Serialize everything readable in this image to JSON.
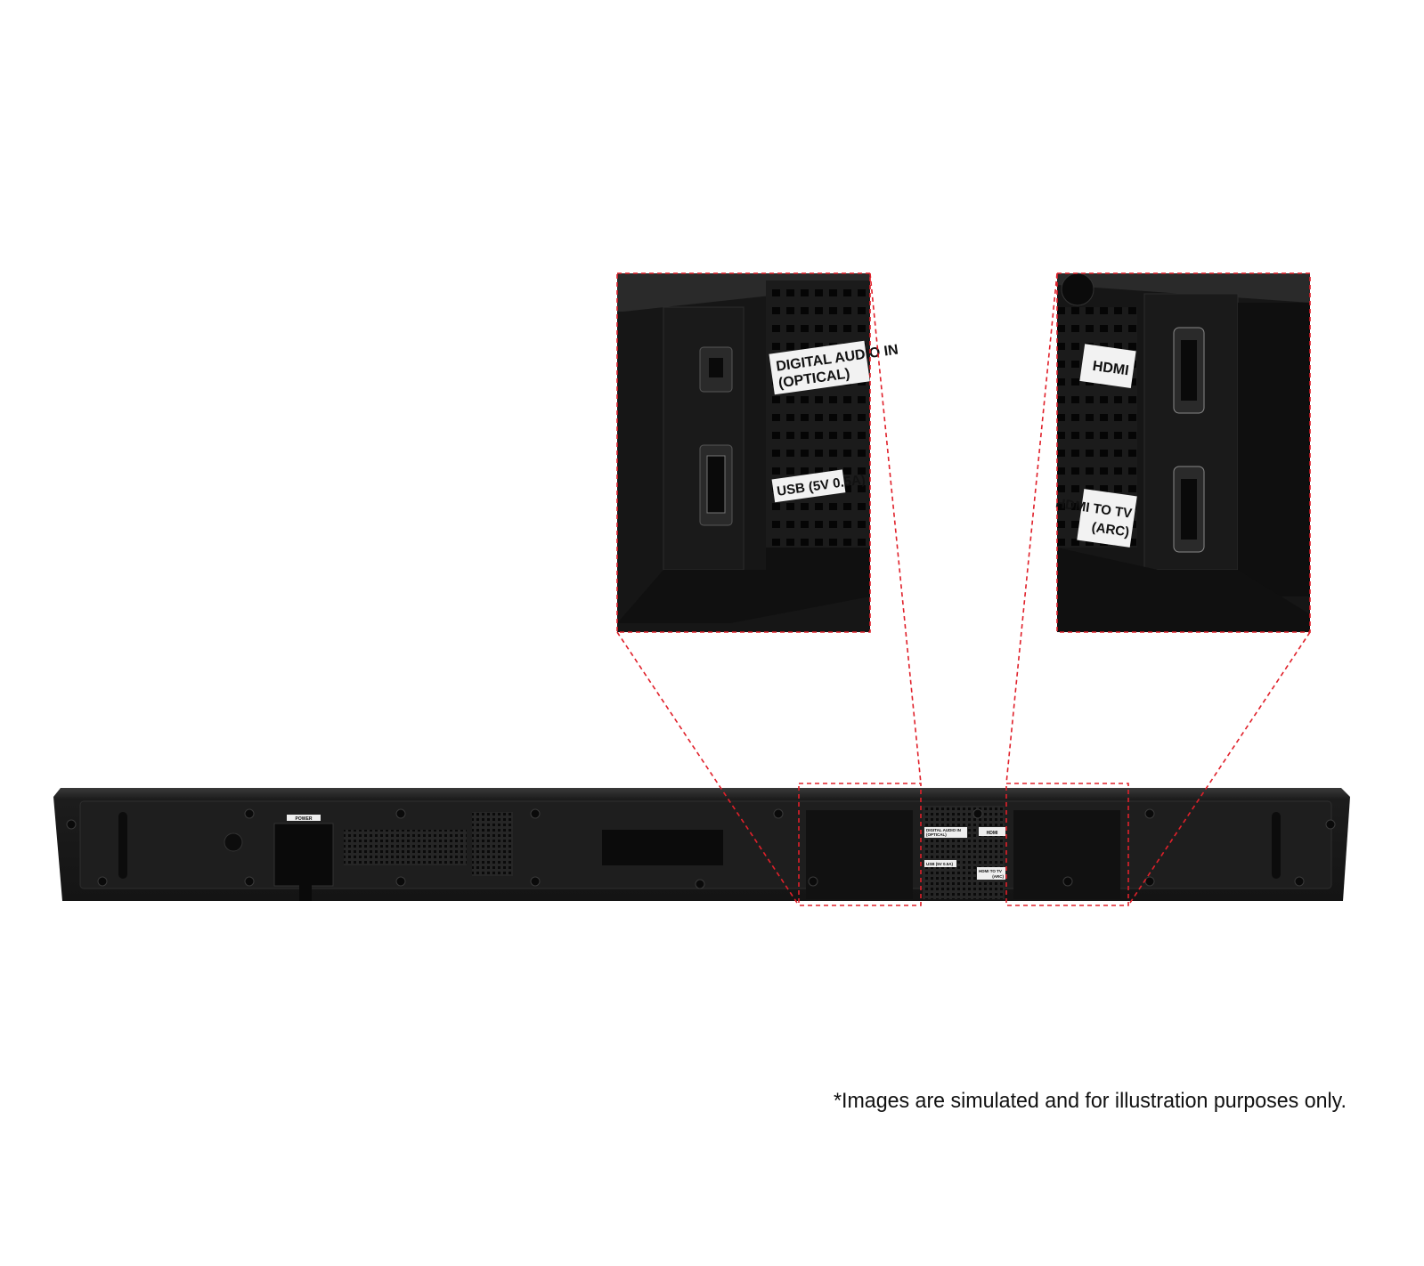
{
  "soundbar": {
    "power_label": "POWER",
    "ports": {
      "optical": "DIGITAL AUDIO IN",
      "optical_sub": "(OPTICAL)",
      "usb": "USB (5V 0.5A)",
      "hdmi": "HDMI",
      "hdmi_arc": "HDMI TO TV",
      "hdmi_arc_sub": "(ARC)"
    }
  },
  "callout_color": "#e0202a",
  "disclaimer": "*Images are simulated and for illustration purposes only."
}
